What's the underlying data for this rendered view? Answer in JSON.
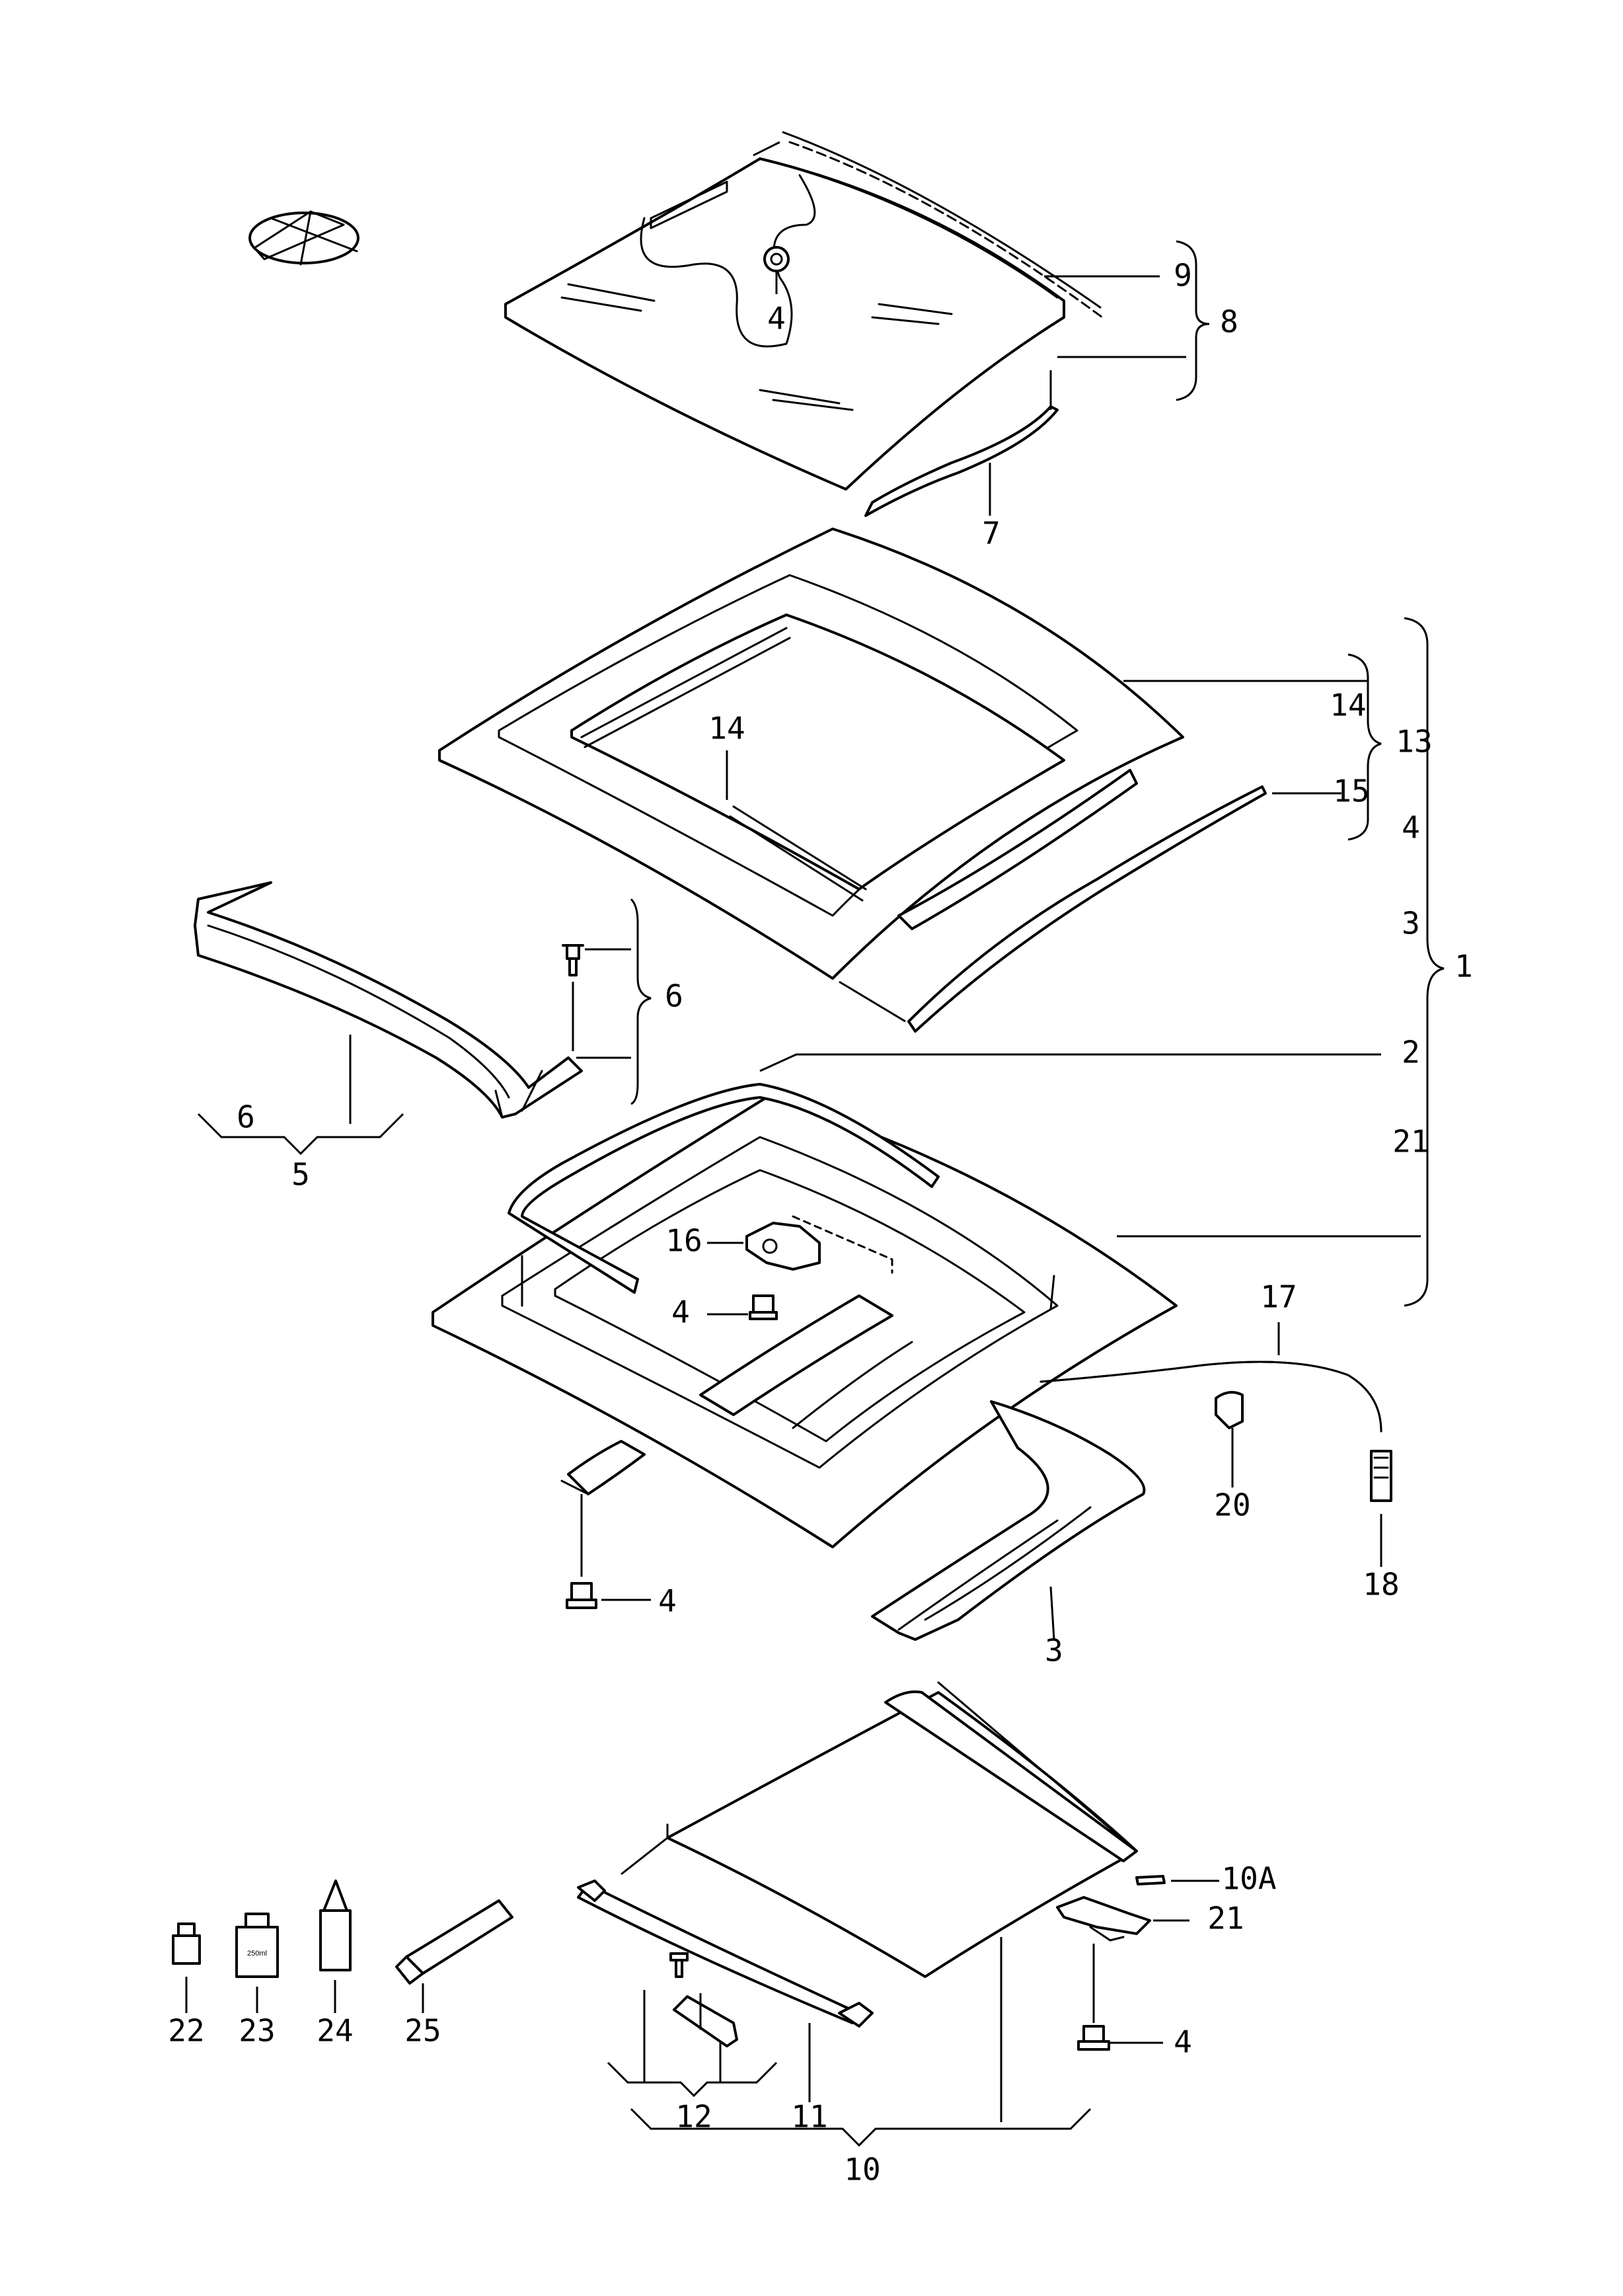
{
  "callouts": {
    "c1": "1",
    "c2": "2",
    "c3_right": "3",
    "c3_rail": "3",
    "c4_glass": "4",
    "c4_right": "4",
    "c4_bolt_mid": "4",
    "c4_bolt_bottom": "4",
    "c4_bolt_right": "4",
    "c5": "5",
    "c6_brace": "6",
    "c6_left": "6",
    "c7": "7",
    "c8": "8",
    "c9": "9",
    "c10": "10",
    "c10A": "10A",
    "c11": "11",
    "c12": "12",
    "c13": "13",
    "c14_right": "14",
    "c14_center": "14",
    "c15": "15",
    "c16": "16",
    "c17": "17",
    "c18": "18",
    "c20": "20",
    "c21_right": "21",
    "c21_bottom": "21",
    "c22": "22",
    "c23": "23",
    "c24": "24",
    "c25": "25"
  },
  "product_labels": {
    "jar": "250ml"
  },
  "colors": {
    "ink": "#000000",
    "paper": "#ffffff"
  }
}
